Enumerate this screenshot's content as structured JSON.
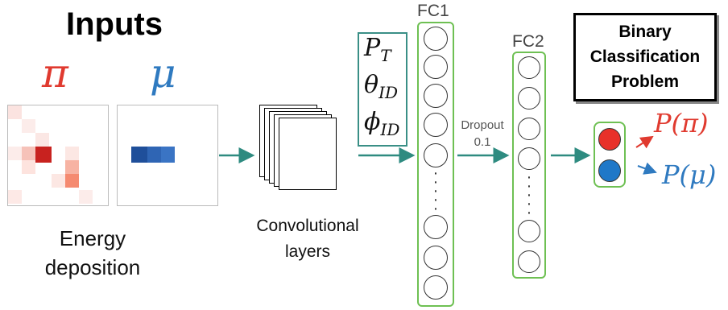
{
  "inputs_title": "Inputs",
  "pi_symbol": "π",
  "mu_symbol": "μ",
  "energy_caption": [
    "Energy",
    "deposition"
  ],
  "conv_caption": [
    "Convolutional",
    "layers"
  ],
  "features": [
    {
      "base": "P",
      "sub": "T"
    },
    {
      "base": "θ",
      "sub": "ID"
    },
    {
      "base": "ϕ",
      "sub": "ID"
    }
  ],
  "fc1_label": "FC1",
  "fc2_label": "FC2",
  "dropout_label": [
    "Dropout",
    "0.1"
  ],
  "binary_title": [
    "Binary",
    "Classification",
    "Problem"
  ],
  "p_pi": "P(π)",
  "p_mu": "P(μ)",
  "colors": {
    "pi": "#e03a2f",
    "mu": "#2f7ac0",
    "layer_border": "#6ec053",
    "feature_border": "#3a8f86",
    "arrow": "#2e8b80"
  }
}
